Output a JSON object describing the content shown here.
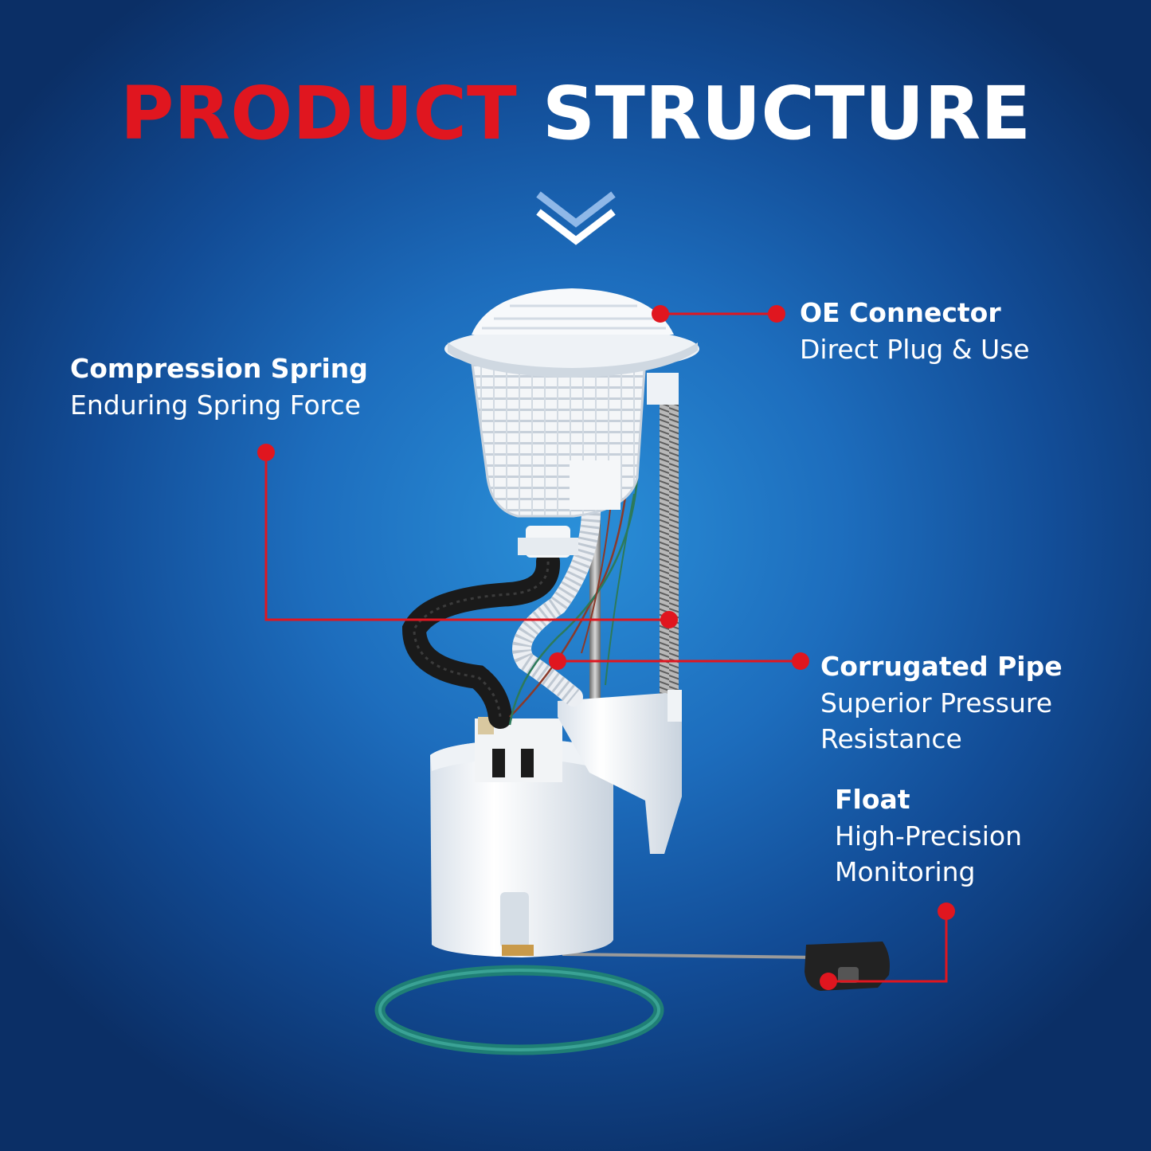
{
  "title": {
    "part1": "PRODUCT",
    "part2": "STRUCTURE"
  },
  "colors": {
    "accent_red": "#e0161f",
    "background_blue": "#1d6dbd",
    "text_white": "#ffffff"
  },
  "icons": {
    "divider": "double-chevron-down-icon"
  },
  "callouts": {
    "compression_spring": {
      "title": "Compression Spring",
      "desc": "Enduring Spring Force"
    },
    "oe_connector": {
      "title": "OE Connector",
      "desc": "Direct Plug & Use"
    },
    "corrugated_pipe": {
      "title": "Corrugated Pipe",
      "desc_line1": "Superior Pressure",
      "desc_line2": "Resistance"
    },
    "float": {
      "title": "Float",
      "desc_line1": "High-Precision",
      "desc_line2": "Monitoring"
    }
  }
}
